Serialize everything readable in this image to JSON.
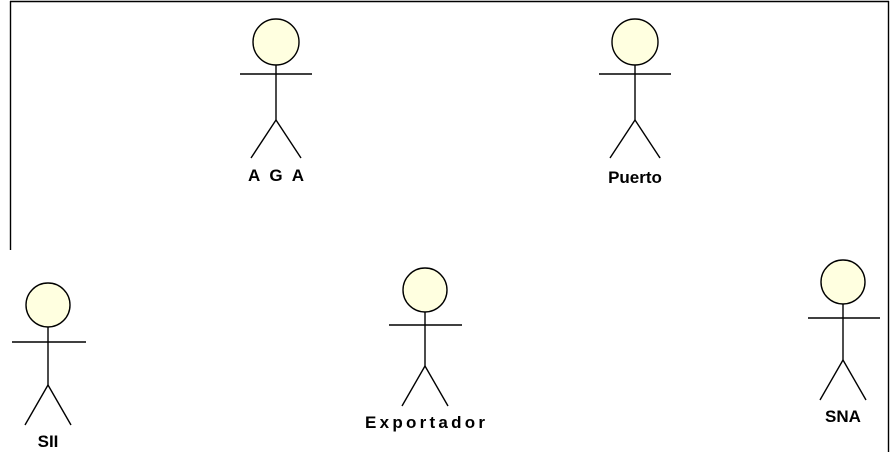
{
  "colors": {
    "background": "#ffffff",
    "border": "#000000",
    "actor_head_fill": "#ffffe0",
    "line": "#000000",
    "label": "#000000"
  },
  "actors": [
    {
      "id": "aga",
      "label": "AGA",
      "icon": "stick-figure-actor"
    },
    {
      "id": "puerto",
      "label": "Puerto",
      "icon": "stick-figure-actor"
    },
    {
      "id": "sii",
      "label": "SII",
      "icon": "stick-figure-actor"
    },
    {
      "id": "exportador",
      "label": "Exportador",
      "icon": "stick-figure-actor"
    },
    {
      "id": "sna",
      "label": "SNA",
      "icon": "stick-figure-actor"
    }
  ]
}
